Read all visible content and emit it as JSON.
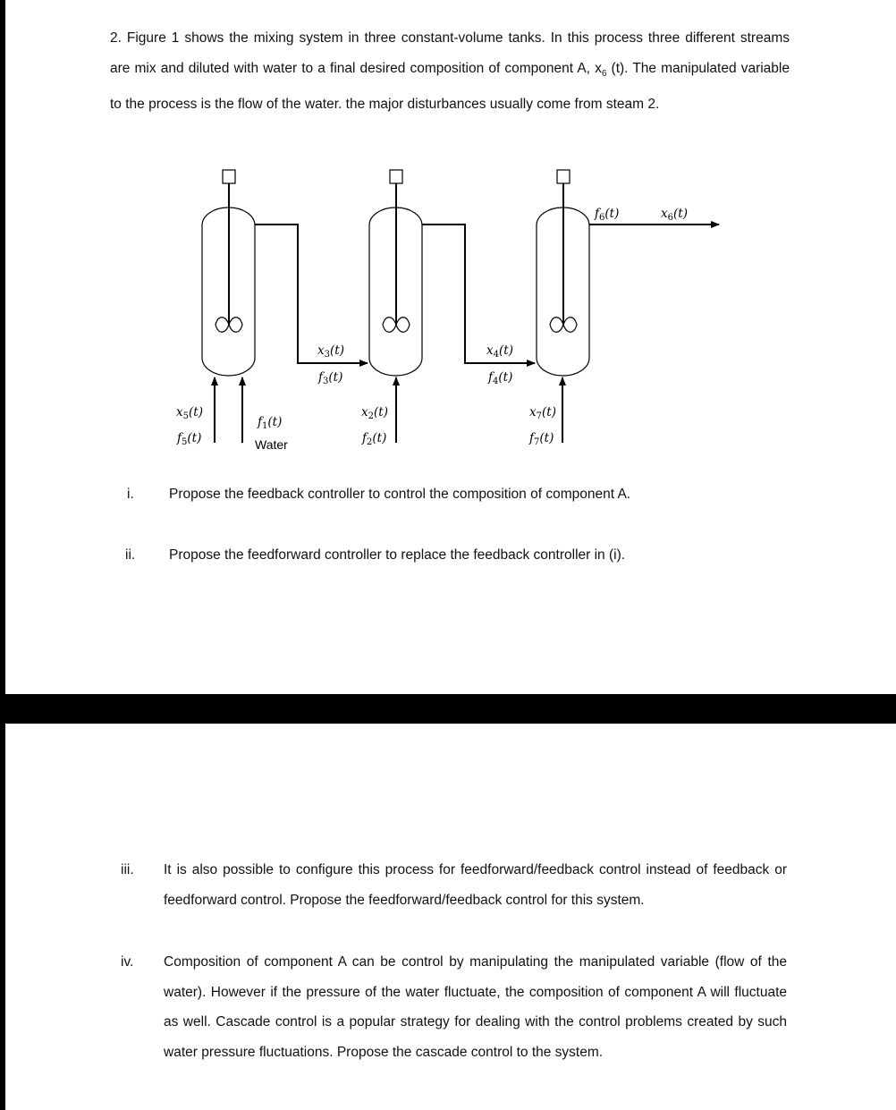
{
  "question": {
    "intro_before_var": "2. Figure 1 shows the mixing system in three constant-volume tanks. In this process three different streams are mix and diluted with water to a final desired composition of component A, ",
    "intro_var": "x",
    "intro_var_sub": "6",
    "intro_after_var": " (t). The manipulated variable to the process is the flow of the water. the major disturbances usually come from steam 2."
  },
  "figure": {
    "labels": {
      "f6": "f6(t)",
      "x6": "x6(t)",
      "x3": "x3(t)",
      "f3": "f3(t)",
      "x4": "x4(t)",
      "f4": "f4(t)",
      "x5": "x5(t)",
      "f5": "f5(t)",
      "f1": "f1(t)",
      "water": "Water",
      "x2": "x2(t)",
      "f2": "f2(t)",
      "x7": "x7(t)",
      "f7": "f7(t)"
    }
  },
  "items": [
    {
      "num": "i.",
      "text": "Propose the feedback controller to control the composition of component A."
    },
    {
      "num": "ii.",
      "text": "Propose the feedforward controller to replace the feedback controller in (i)."
    },
    {
      "num": "iii.",
      "text": "It is also possible to configure this process for feedforward/feedback control instead of feedback or feedforward control. Propose the feedforward/feedback control for this system."
    },
    {
      "num": "iv.",
      "text": "Composition of component A can be control by manipulating the manipulated variable (flow of the water). However if the pressure of the water fluctuate, the composition of component A will fluctuate as well. Cascade control is a popular strategy for dealing with the control problems created by such water pressure fluctuations. Propose the cascade control to the system."
    }
  ]
}
